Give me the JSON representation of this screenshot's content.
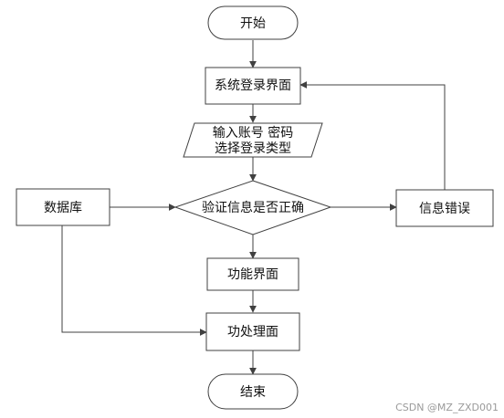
{
  "flowchart": {
    "nodes": {
      "start": {
        "label": "开始"
      },
      "login_screen": {
        "label": "系统登录界面"
      },
      "input": {
        "lines": [
          "输入账号 密码",
          "选择登录类型"
        ]
      },
      "verify": {
        "label": "验证信息是否正确"
      },
      "database": {
        "label": "数据库"
      },
      "error": {
        "label": "信息错误"
      },
      "function_screen": {
        "label": "功能界面"
      },
      "process_screen": {
        "label": "功处理面"
      },
      "end": {
        "label": "结束"
      }
    }
  },
  "watermark": "CSDN @MZ_ZXD001",
  "colors": {
    "stroke": "#404040",
    "node_fill": "#ffffff",
    "text": "#111111",
    "watermark": "#9a9a9a"
  }
}
